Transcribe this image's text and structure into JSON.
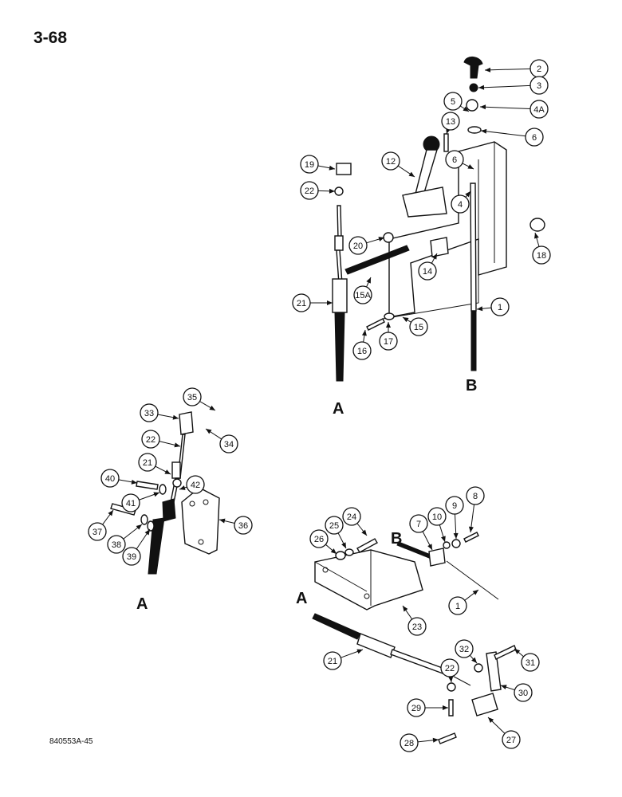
{
  "page": {
    "number": "3-68",
    "figure_code": "840553A-45"
  },
  "reference_letters": {
    "top_a": "A",
    "top_b": "B",
    "left_a": "A",
    "right_a": "A",
    "right_b": "B"
  },
  "callouts": {
    "c2": "2",
    "c3": "3",
    "c5": "5",
    "c4a": "4A",
    "c13": "13",
    "c6a": "6",
    "c6b": "6",
    "c19": "19",
    "c12": "12",
    "c22a": "22",
    "c4": "4",
    "c20": "20",
    "c18": "18",
    "c14": "14",
    "c21a": "21",
    "c15a": "15A",
    "c1a": "1",
    "c15": "15",
    "c16": "16",
    "c17": "17",
    "c35": "35",
    "c33": "33",
    "c34": "34",
    "c22b": "22",
    "c21b": "21",
    "c40": "40",
    "c42": "42",
    "c41": "41",
    "c37": "37",
    "c36": "36",
    "c38": "38",
    "c39": "39",
    "c24": "24",
    "c8": "8",
    "c26": "26",
    "c25": "25",
    "c7": "7",
    "c10": "10",
    "c9": "9",
    "c1b": "1",
    "c23": "23",
    "c21c": "21",
    "c32": "32",
    "c31": "31",
    "c22c": "22",
    "c30": "30",
    "c29": "29",
    "c28": "28",
    "c27": "27"
  }
}
